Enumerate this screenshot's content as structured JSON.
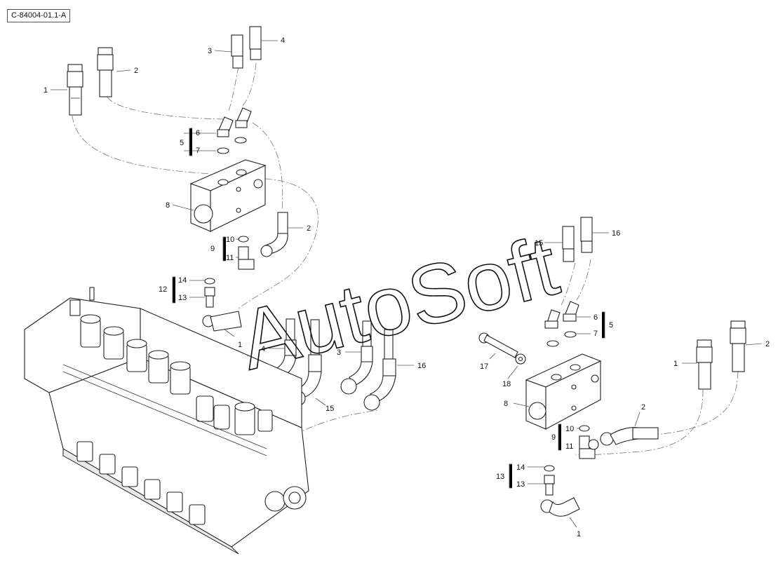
{
  "figure_ref": "C-84004-01.1-A",
  "watermark": "AutoSoft",
  "callouts": {
    "left": {
      "c1a": "1",
      "c2a": "2",
      "c3": "3",
      "c4": "4",
      "c5": "5",
      "c6": "6",
      "c7": "7",
      "c8": "8",
      "c2b": "2",
      "c10": "10",
      "c9": "9",
      "c11": "11",
      "c14": "14",
      "c12": "12",
      "c13": "13",
      "c1b": "1",
      "c4b": "4",
      "c3b": "3",
      "c16": "16",
      "c15": "15"
    },
    "right": {
      "c15": "15",
      "c16": "16",
      "c6": "6",
      "c5": "5",
      "c7": "7",
      "c1": "1",
      "c2": "2",
      "c17": "17",
      "c18": "18",
      "c8": "8",
      "c2b": "2",
      "c10": "10",
      "c9": "9",
      "c11": "11",
      "c14": "14",
      "c13a": "13",
      "c13b": "13",
      "c1b": "1"
    }
  }
}
